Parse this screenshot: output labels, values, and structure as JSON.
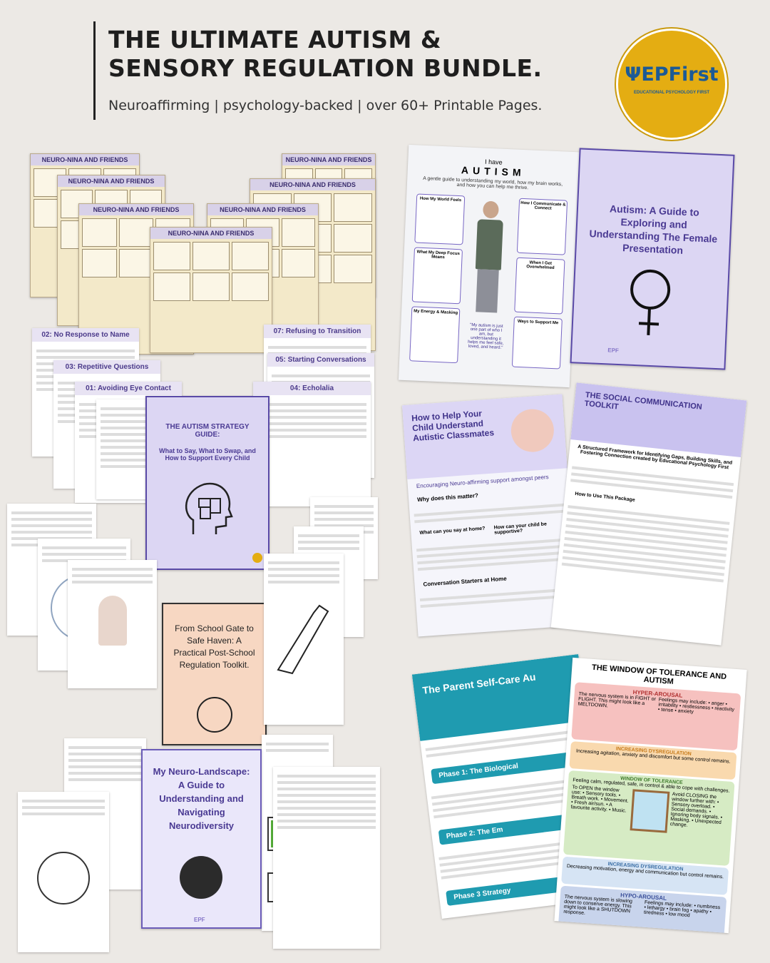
{
  "header": {
    "title_line1": "THE ULTIMATE AUTISM &",
    "title_line2": "SENSORY REGULATION BUNDLE.",
    "subtitle": "Neuroaffirming  |  psychology-backed  | over 60+ Printable Pages."
  },
  "logo": {
    "text": "ΨEPFirst",
    "tagline": "EDUCATIONAL PSYCHOLOGY FIRST"
  },
  "comics": {
    "title": "NEURO-NINA AND FRIENDS",
    "subtitle": "NAVIGATING LIFE'S CHALLENGES WITH NEURODIVERSITY"
  },
  "worksheets": [
    "02: No Response to Name",
    "03: Repetitive Questions",
    "01: Avoiding Eye Contact",
    "07: Refusing to Transition",
    "05: Starting Conversations",
    "04: Echolalia"
  ],
  "autism_page": {
    "heading_small": "I have",
    "heading": "AUTISM",
    "intro": "A gentle guide to understanding my world, how my brain works, and how you can help me thrive.",
    "boxes": [
      "How My World Feels",
      "What My Deep Focus Means",
      "My Energy & Masking",
      "How I Communicate & Connect",
      "When I Get Overwhelmed",
      "Ways to Support Me"
    ],
    "quote": "\"My autism is just one part of who I am, but understanding it helps me feel safe, loved, and heard.\""
  },
  "female_guide": {
    "title": "Autism: A Guide to Exploring and Understanding The Female Presentation"
  },
  "strategy_guide": {
    "title": "THE AUTISM STRATEGY GUIDE:",
    "subtitle": "What to Say, What to Swap, and How to Support Every Child"
  },
  "classmates": {
    "title": "How to Help Your Child Understand Autistic Classmates",
    "subtitle": "Encouraging Neuro-affirming support amongst peers",
    "q1": "Why does this matter?",
    "q2": "What can you say at home?",
    "q3": "How can your child be supportive?",
    "q4": "Conversation Starters at Home"
  },
  "social_toolkit": {
    "title": "THE SOCIAL COMMUNICATION TOOLKIT",
    "subtitle": "A Structured Framework for Identifying Gaps, Building Skills, and Fostering Connection created by Educational Psychology First",
    "how": "How to Use This Package"
  },
  "school_gate": {
    "title": "From School Gate to Safe Haven: A Practical Post-School Regulation Toolkit."
  },
  "neuro_landscape": {
    "title": "My Neuro-Landscape: A Guide to Understanding and Navigating Neurodiversity"
  },
  "parent_selfcare": {
    "title": "The Parent Self-Care Au",
    "phase1": "Phase 1: The Biological",
    "phase2": "Phase 2: The Em",
    "phase3": "Phase 3 Strategy"
  },
  "window": {
    "title": "THE WINDOW OF TOLERANCE AND AUTISM",
    "hyper_title": "HYPER-AROUSAL",
    "hyper_text": "The nervous system is in FIGHT or FLIGHT. This might look like a MELTDOWN.",
    "hyper_feelings": "Feelings may include: • anger • irritability • restlessness • reactivity • tense • anxiety",
    "inc_title": "INCREASING DYSREGULATION",
    "inc_text": "Increasing agitation, anxiety and discomfort but some control remains.",
    "wot_title": "WINDOW OF TOLERANCE",
    "wot_text": "Feeling calm, regulated, safe, in control & able to cope with challenges.",
    "open_text": "To OPEN the window use: • Sensory tools. • Breath work. • Movement. • Fresh air/sun. • A favourite activity. • Music.",
    "close_text": "Avoid CLOSING the window further with: • Sensory overload. • Social demands. • Ignoring body signals. • Masking. • Unexpected change.",
    "dec_title": "INCREASING DYSREGULATION",
    "dec_text": "Decreasing motivation, energy and communication but control remains.",
    "hypo_title": "HYPO-AROUSAL",
    "hypo_text": "The nervous system is slowing down to conserve energy. This might look like a SHUTDOWN response.",
    "hypo_feelings": "Feelings may include: • numbness • lethargy • brain fog • apathy • tiredness • low mood"
  },
  "brand_small": "EPF",
  "colors": {
    "accent": "#5a4aa7",
    "logo_gold": "#e4ad12",
    "logo_blue": "#1c5a96",
    "teal": "#1f9bb0"
  }
}
